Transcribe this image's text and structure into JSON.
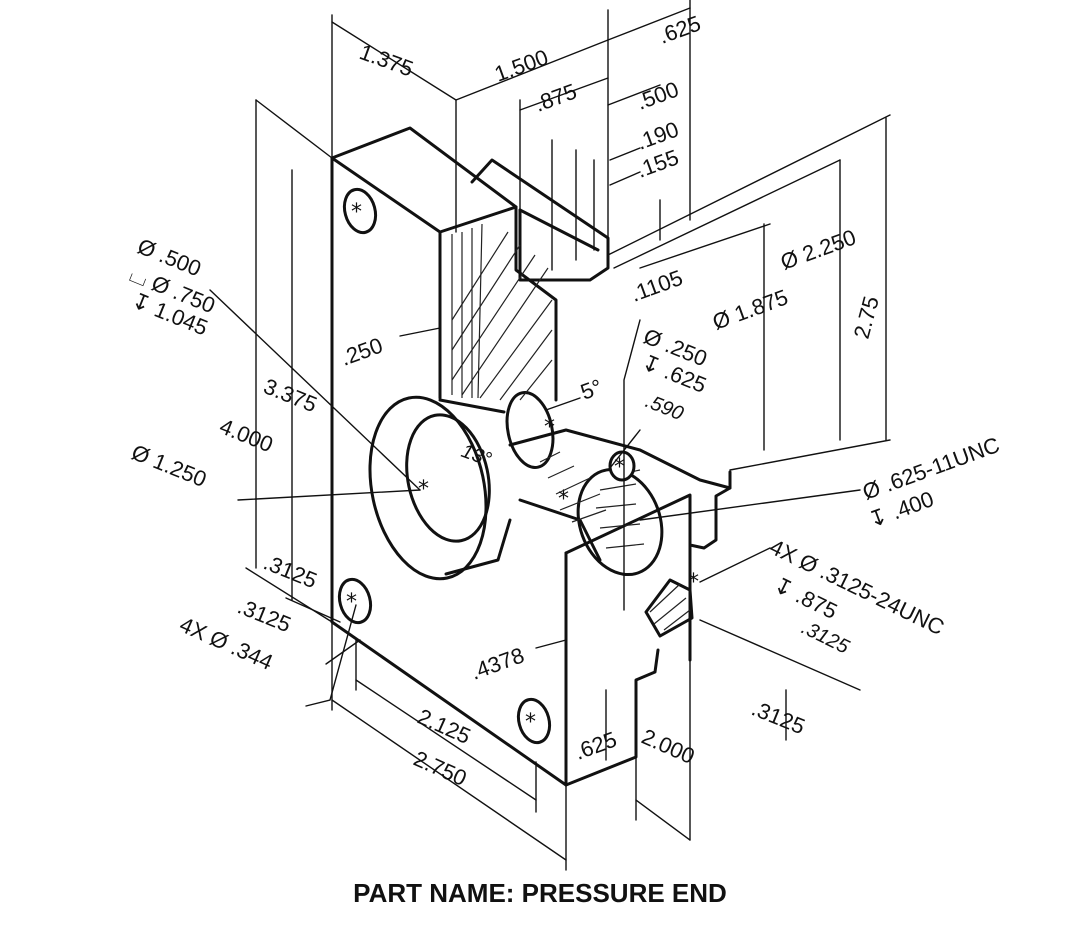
{
  "part_name": "PART NAME: PRESSURE END",
  "dimensions": {
    "d1375": "1.375",
    "d1500": "1.500",
    "d625_top": ".625",
    "d875_top": ".875",
    "d500_top": ".500",
    "d190": ".190",
    "d155": ".155",
    "d1105": ".1105",
    "dia2250": "Ø 2.250",
    "dia1875": "Ø 1.875",
    "d275": "2.75",
    "dia500": "Ø .500",
    "cbore750": "⌴ Ø .750",
    "depth1045": "↧ 1.045",
    "d250_left": ".250",
    "d3375": "3.375",
    "d4000": "4.000",
    "dia1250": "Ø 1.250",
    "dia250": "Ø .250",
    "depth625": "↧ .625",
    "d590": ".590",
    "angle5": "5°",
    "angle13": "13°",
    "thread625": "Ø .625-11UNC",
    "depth400": "↧ .400",
    "holes3125": "4X Ø .3125-24UNC",
    "depth875": "↧ .875",
    "d3125_italic": ".3125",
    "d3125_a": ".3125",
    "d3125_b": ".3125",
    "d3125_c": ".3125",
    "holes344": "4X Ø .344",
    "d4378": ".4378",
    "d2125": "2.125",
    "d2750": "2.750",
    "d625_bottom": ".625",
    "d2000": "2.000"
  }
}
